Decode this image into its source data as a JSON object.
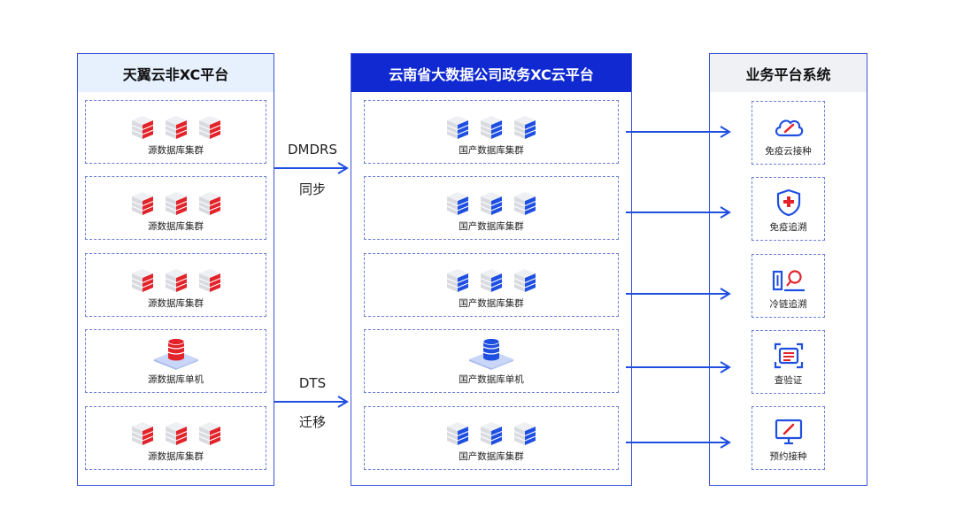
{
  "left_panel": {
    "title": "天翼云非XC平台",
    "items": [
      {
        "label": "源数据库集群",
        "type": "cluster"
      },
      {
        "label": "源数据库集群",
        "type": "cluster"
      },
      {
        "label": "源数据库集群",
        "type": "cluster"
      },
      {
        "label": "源数据库单机",
        "type": "single"
      },
      {
        "label": "源数据库集群",
        "type": "cluster"
      }
    ]
  },
  "middle_panel": {
    "title": "云南省大数据公司政务XC云平台",
    "items": [
      {
        "label": "国产数据库集群",
        "type": "cluster"
      },
      {
        "label": "国产数据库集群",
        "type": "cluster"
      },
      {
        "label": "国产数据库集群",
        "type": "cluster"
      },
      {
        "label": "国产数据库单机",
        "type": "single"
      },
      {
        "label": "国产数据库集群",
        "type": "cluster"
      }
    ]
  },
  "right_panel": {
    "title": "业务平台系统",
    "items": [
      {
        "label": "免疫云接种",
        "icon": "cloud-syringe-icon"
      },
      {
        "label": "免疫追溯",
        "icon": "shield-cross-icon"
      },
      {
        "label": "冷链追溯",
        "icon": "cold-chain-search-icon"
      },
      {
        "label": "查验证",
        "icon": "scan-id-icon"
      },
      {
        "label": "预约接种",
        "icon": "monitor-syringe-icon"
      }
    ]
  },
  "flows": {
    "sync_tool": "DMDRS",
    "sync_action": "同步",
    "migrate_tool": "DTS",
    "migrate_action": "迁移"
  },
  "colors": {
    "border": "#3b55d6",
    "source_red": "#e2232a",
    "target_blue": "#1f4fe0",
    "header_blue": "#1029d1"
  }
}
